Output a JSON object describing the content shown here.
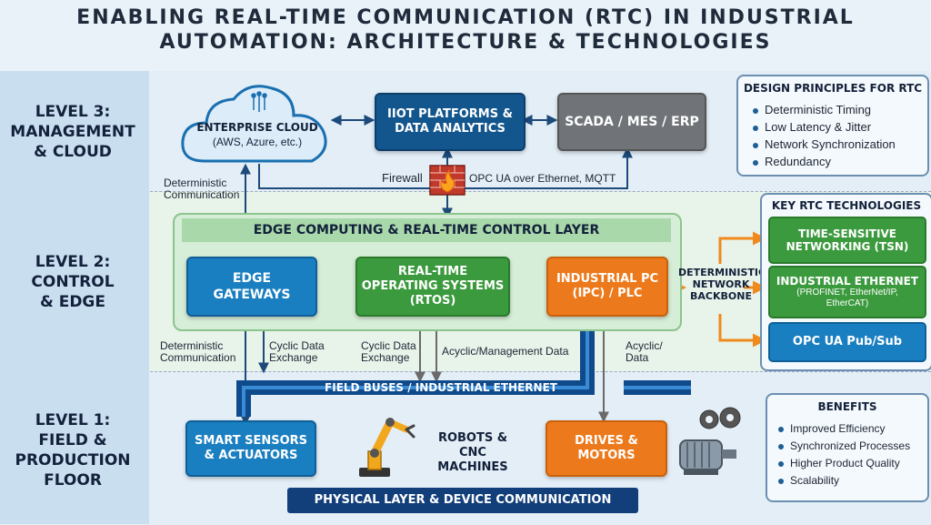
{
  "title": "ENABLING REAL-TIME COMMUNICATION (RTC) IN INDUSTRIAL\nAUTOMATION: ARCHITECTURE & TECHNOLOGIES",
  "levels": {
    "level3": "LEVEL 3:\nMANAGEMENT\n& CLOUD",
    "level2": "LEVEL 2:\nCONTROL\n& EDGE",
    "level1": "LEVEL 1:\nFIELD &\nPRODUCTION\nFLOOR"
  },
  "management": {
    "cloud": "ENTERPRISE CLOUD",
    "cloud_sub": "(AWS, Azure, etc.)",
    "iiot": "IIOT PLATFORMS &\nDATA ANALYTICS",
    "scada": "SCADA / MES / ERP",
    "firewall": "Firewall",
    "protocols": "OPC UA over Ethernet, MQTT",
    "deterministic": "Deterministic\nCommunication"
  },
  "edge": {
    "layer_title": "EDGE COMPUTING & REAL-TIME CONTROL LAYER",
    "gateways": "EDGE\nGATEWAYS",
    "rtos": "REAL-TIME\nOPERATING SYSTEMS\n(RTOS)",
    "ipc": "INDUSTRIAL PC\n(IPC) / PLC",
    "backbone": "DETERMINISTIC\nNETWORK\nBACKBONE"
  },
  "links": {
    "det_comm": "Deterministic\nCommunication",
    "cyclic1": "Cyclic Data\nExchange",
    "cyclic2": "Cyclic Data\nExchange",
    "acyclic_mgmt": "Acyclic/Management Data",
    "acyclic_data": "Acyclic/\nData"
  },
  "field": {
    "bus": "FIELD BUSES / INDUSTRIAL ETHERNET",
    "sensors": "SMART SENSORS\n& ACTUATORS",
    "robots": "ROBOTS &\nCNC MACHINES",
    "drives": "DRIVES &\nMOTORS",
    "physical": "PHYSICAL LAYER & DEVICE COMMUNICATION"
  },
  "design_principles": {
    "title": "DESIGN PRINCIPLES FOR RTC",
    "items": [
      "Deterministic Timing",
      "Low Latency & Jitter",
      "Network Synchronization",
      "Redundancy"
    ]
  },
  "key_tech": {
    "title": "KEY RTC TECHNOLOGIES",
    "tsn": "TIME-SENSITIVE\nNETWORKING (TSN)",
    "ie": "INDUSTRIAL ETHERNET",
    "ie_sub": "(PROFINET, EtherNet/IP,\nEtherCAT)",
    "opc": "OPC UA Pub/Sub"
  },
  "benefits": {
    "title": "BENEFITS",
    "items": [
      "Improved Efficiency",
      "Synchronized Processes",
      "Higher Product Quality",
      "Scalability"
    ]
  },
  "colors": {
    "blue": "#1a7fc1",
    "navy": "#13568d",
    "green": "#3c9a3e",
    "orange": "#ec7a1c",
    "gray": "#707478",
    "arrow": "#1c4a7a",
    "orange_arrow": "#f08a1c"
  },
  "icons": [
    "cloud-icon",
    "firewall-icon",
    "robot-arm-icon",
    "gears-icon",
    "motor-icon"
  ]
}
